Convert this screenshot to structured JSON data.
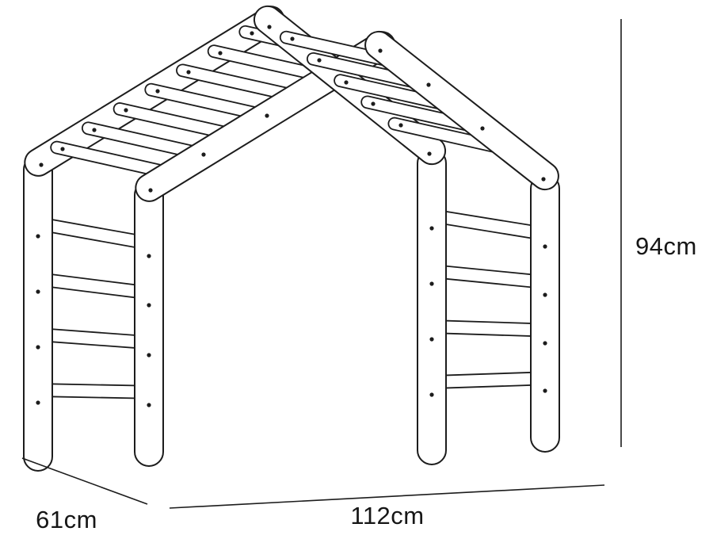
{
  "dimensions": {
    "height_label": "94cm",
    "depth_label": "61cm",
    "width_label": "112cm"
  },
  "colors": {
    "line": "#1c1c1c",
    "text": "#161616",
    "fill": "#ffffff"
  }
}
